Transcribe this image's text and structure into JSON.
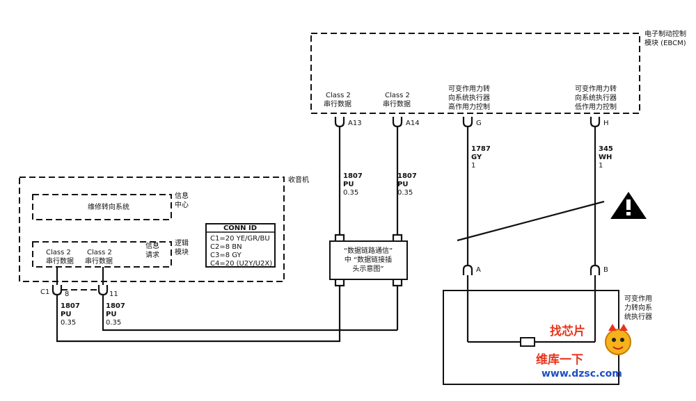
{
  "ebcm": {
    "title_line1": "电子制动控制",
    "title_line2": "模块 (EBCM)",
    "pins": [
      {
        "label1": "Class 2",
        "label2": "串行数据",
        "label3": "",
        "pin": "A13",
        "wire_num": "1807",
        "wire_color": "PU",
        "wire_size": "0.35"
      },
      {
        "label1": "Class 2",
        "label2": "串行数据",
        "label3": "",
        "pin": "A14",
        "wire_num": "1807",
        "wire_color": "PU",
        "wire_size": "0.35"
      },
      {
        "label1": "可变作用力转",
        "label2": "向系统执行器",
        "label3": "高作用力控制",
        "pin": "G",
        "wire_num": "1787",
        "wire_color": "GY",
        "wire_size": "1"
      },
      {
        "label1": "可变作用力转",
        "label2": "向系统执行器",
        "label3": "低作用力控制",
        "pin": "H",
        "wire_num": "345",
        "wire_color": "WH",
        "wire_size": "1"
      }
    ]
  },
  "radio": {
    "title": "收音机",
    "info_center_label": "信息中心",
    "info_center_line1": "信息",
    "info_center_line2": "中心",
    "steering_box_text": "维修转向系统",
    "logic_line1": "逻辑",
    "logic_line2": "模块",
    "info_request_line1": "信息",
    "info_request_line2": "请求",
    "class2_a_line1": "Class 2",
    "class2_a_line2": "串行数据",
    "class2_b_line1": "Class 2",
    "class2_b_line2": "串行数据",
    "connector_c1": "C1",
    "pin_8": "8",
    "pin_11": "11",
    "wire_left": {
      "num": "1807",
      "color": "PU",
      "size": "0.35"
    },
    "wire_right": {
      "num": "1807",
      "color": "PU",
      "size": "0.35"
    }
  },
  "conn_id": {
    "header": "CONN ID",
    "rows": [
      "C1=20 YE/GR/BU",
      "C2=8 BN",
      "C3=8 GY",
      "C4=20 (U2Y/U2X)"
    ]
  },
  "dlc_box": {
    "line1": "“数据链路通信”",
    "line2": "中 “数据链接插",
    "line3": "头示意图”"
  },
  "actuator": {
    "pin_a": "A",
    "pin_b": "B",
    "label_line1": "可变作用",
    "label_line2": "力转向系",
    "label_line3": "统执行器"
  },
  "watermark": {
    "top_text": "找芯片",
    "brand_text": "维库一下",
    "url_text": "www.dzsc.com"
  },
  "colors": {
    "line": "#111111",
    "warning": "#000000",
    "watermark_red": "#e8341c",
    "watermark_blue": "#1b4fc4",
    "mascot_yellow": "#f6b21b"
  }
}
